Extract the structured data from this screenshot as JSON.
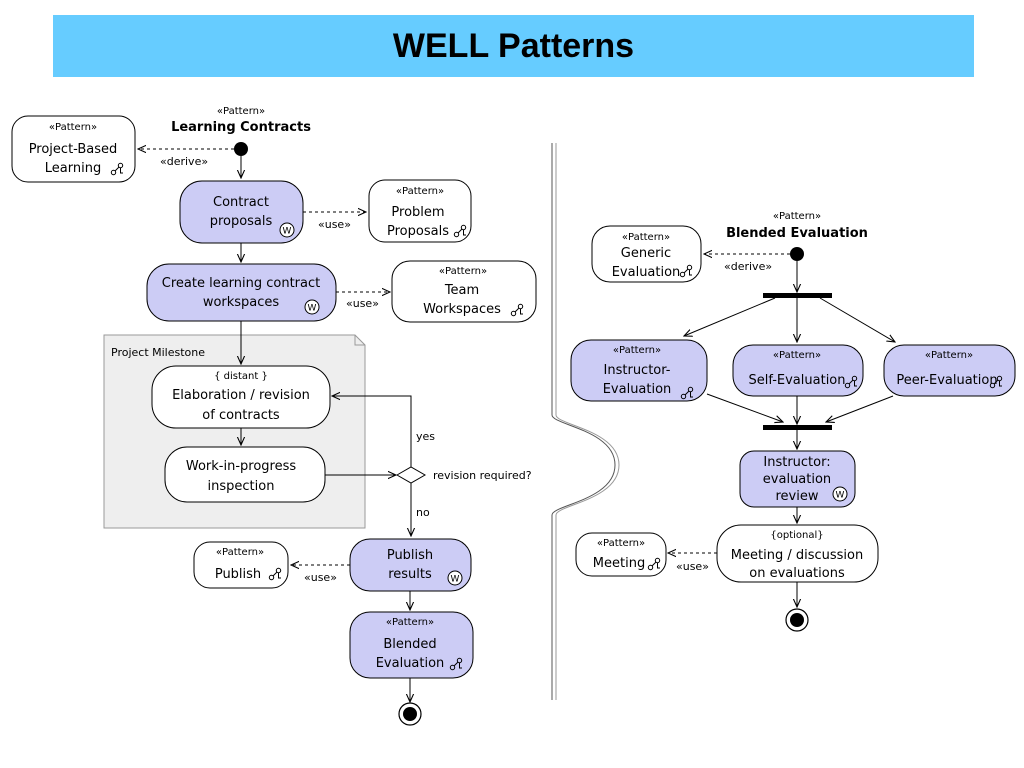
{
  "slide": {
    "title": "WELL Patterns"
  },
  "colors": {
    "title_bg": "#66ccff",
    "activity_fill": "#ccccf5",
    "pattern_fill": "#ffffff",
    "milestone_fill": "#eeeeee"
  },
  "common": {
    "pattern_stereo": "«Pattern»",
    "use_label": "«use»",
    "derive_label": "«derive»",
    "ref_icon": "pattern-link-icon",
    "wiki_icon": "w-badge-icon"
  },
  "learning_contracts": {
    "stereo": "«Pattern»",
    "title": "Learning Contracts",
    "derive_label": "«derive»",
    "project_based": {
      "stereo": "«Pattern»",
      "line1": "Project-Based",
      "line2": "Learning"
    },
    "contract_proposals": {
      "line1": "Contract",
      "line2": "proposals"
    },
    "problem_proposals": {
      "stereo": "«Pattern»",
      "line1": "Problem",
      "line2": "Proposals"
    },
    "use1": "«use»",
    "create_workspaces": {
      "line1": "Create learning contract",
      "line2": "workspaces"
    },
    "team_workspaces": {
      "stereo": "«Pattern»",
      "line1": "Team",
      "line2": "Workspaces"
    },
    "use2": "«use»",
    "milestone": {
      "label": "Project Milestone"
    },
    "elaboration": {
      "constraint": "{ distant }",
      "line1": "Elaboration / revision",
      "line2": "of contracts"
    },
    "wip": {
      "line1": "Work-in-progress",
      "line2": "inspection"
    },
    "decision": {
      "question": "revision required?",
      "yes": "yes",
      "no": "no"
    },
    "publish_results": {
      "line1": "Publish",
      "line2": "results"
    },
    "publish_pattern": {
      "stereo": "«Pattern»",
      "line1": "Publish"
    },
    "use3": "«use»",
    "blended": {
      "stereo": "«Pattern»",
      "line1": "Blended",
      "line2": "Evaluation"
    }
  },
  "blended_evaluation": {
    "stereo": "«Pattern»",
    "title": "Blended Evaluation",
    "derive_label": "«derive»",
    "generic": {
      "stereo": "«Pattern»",
      "line1": "Generic",
      "line2": "Evaluation"
    },
    "instructor_eval": {
      "stereo": "«Pattern»",
      "line1": "Instructor-",
      "line2": "Evaluation"
    },
    "self_eval": {
      "stereo": "«Pattern»",
      "line1": "Self-Evaluation"
    },
    "peer_eval": {
      "stereo": "«Pattern»",
      "line1": "Peer-Evaluation"
    },
    "review": {
      "line1": "Instructor:",
      "line2": "evaluation",
      "line3": "review"
    },
    "meeting_discussion": {
      "constraint": "{optional}",
      "line1": "Meeting / discussion",
      "line2": "on evaluations"
    },
    "meeting_pattern": {
      "stereo": "«Pattern»",
      "line1": "Meeting"
    },
    "use": "«use»"
  }
}
